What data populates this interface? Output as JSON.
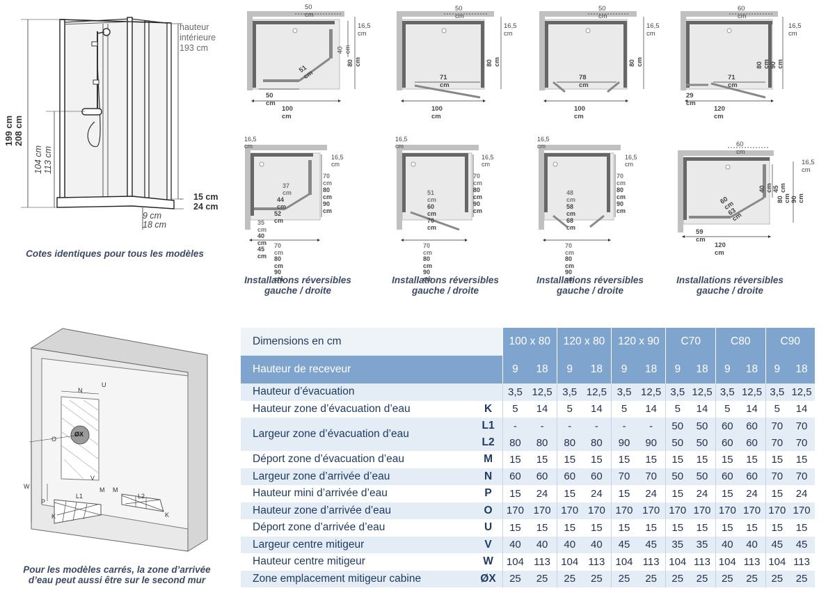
{
  "colors": {
    "header": "#7fa5cf",
    "row_alt": "#e4ecf5",
    "text": "#1f3b63",
    "wall": "#b8b8b8",
    "glass": "#e8e8e8"
  },
  "cabin": {
    "hauteur_interieure": [
      "hauteur",
      "intérieure",
      "193 cm"
    ],
    "h199": "199 cm",
    "h208": "208 cm",
    "h104": "104 cm",
    "h113": "113 cm",
    "h15": "15 cm",
    "h24": "24 cm",
    "h9": "9 cm",
    "h18": "18 cm",
    "caption": "Cotes identiques pour tous les modèles"
  },
  "plans": {
    "p1": {
      "top": "50 cm",
      "side": "16,5 cm",
      "depth": "80 cm",
      "door": "40 cm",
      "diag": "51 cm",
      "bottom_inner": "50 cm",
      "width": "100 cm"
    },
    "p2": {
      "top": "50 cm",
      "side": "16,5 cm",
      "depth": "80 cm",
      "door": "71 cm",
      "width": "100 cm"
    },
    "p3": {
      "top": "50 cm",
      "side": "16,5 cm",
      "depth": "80 cm",
      "door": "78 cm",
      "width": "100 cm"
    },
    "p4": {
      "top": "60 cm",
      "side": "16,5 cm",
      "depth1": "80 cm",
      "depth2": "90 cm",
      "door": "71 cm",
      "left": "29 cm",
      "width": "120 cm"
    },
    "c1": {
      "top": "16,5 cm",
      "side": "16,5 cm",
      "d1": "70 cm",
      "d2": "80 cm",
      "d3": "90 cm",
      "g1": "37 cm",
      "g2": "44 cm",
      "g3": "52 cm",
      "b1": "35 cm",
      "b2": "40 cm",
      "b3": "45 cm",
      "w1": "70 cm",
      "w2": "80 cm",
      "w3": "90 cm"
    },
    "c2": {
      "top": "16,5 cm",
      "side": "16,5 cm",
      "d1": "70 cm",
      "d2": "80 cm",
      "d3": "90 cm",
      "g1": "51 cm",
      "g2": "60 cm",
      "g3": "70 cm",
      "w1": "70 cm",
      "w2": "80 cm",
      "w3": "90 cm"
    },
    "c3": {
      "top": "16,5 cm",
      "side": "16,5 cm",
      "d1": "70 cm",
      "d2": "80 cm",
      "d3": "90 cm",
      "g1": "48 cm",
      "g2": "58 cm",
      "g3": "68 cm",
      "w1": "70 cm",
      "w2": "80 cm",
      "w3": "90 cm"
    },
    "c4": {
      "top": "60 cm",
      "side": "16,5 cm",
      "door1": "40 cm",
      "door2": "45 cm",
      "depth1": "80 cm",
      "depth2": "90 cm",
      "diag1": "60 cm",
      "diag2": "63 cm",
      "left": "59 cm",
      "width": "120 cm"
    },
    "caption_line1": "Installations réversibles",
    "caption_line2": "gauche / droite"
  },
  "install": {
    "labels": {
      "N": "N",
      "U": "U",
      "O": "O",
      "X": "ØX",
      "V": "V",
      "W": "W",
      "P": "P",
      "L1": "L1",
      "L2": "L2",
      "M": "M",
      "K": "K"
    },
    "caption_line1": "Pour les modèles carrés, la zone d’arrivée",
    "caption_line2": "d’eau peut aussi être sur le second mur"
  },
  "table": {
    "title": "Dimensions en cm",
    "models": [
      "100 x 80",
      "120 x 80",
      "120 x 90",
      "C70",
      "C80",
      "C90"
    ],
    "receveur_label": "Hauteur de receveur",
    "receveur": [
      "9",
      "18",
      "9",
      "18",
      "9",
      "18",
      "9",
      "18",
      "9",
      "18",
      "9",
      "18"
    ],
    "rows": [
      {
        "label": "Hauteur d’évacuation",
        "code": "",
        "values": [
          "3,5",
          "12,5",
          "3,5",
          "12,5",
          "3,5",
          "12,5",
          "3,5",
          "12,5",
          "3,5",
          "12,5",
          "3,5",
          "12,5"
        ]
      },
      {
        "label": "Hauteur zone d’évacuation d’eau",
        "code": "K",
        "values": [
          "5",
          "14",
          "5",
          "14",
          "5",
          "14",
          "5",
          "14",
          "5",
          "14",
          "5",
          "14"
        ]
      },
      {
        "label": "Largeur zone d’évacuation d’eau",
        "code": "L1",
        "values": [
          "-",
          "-",
          "-",
          "-",
          "-",
          "-",
          "50",
          "50",
          "60",
          "60",
          "70",
          "70"
        ]
      },
      {
        "label": "",
        "code": "L2",
        "values": [
          "80",
          "80",
          "80",
          "80",
          "90",
          "90",
          "50",
          "50",
          "60",
          "60",
          "70",
          "70"
        ]
      },
      {
        "label": "Déport zone d’évacuation d’eau",
        "code": "M",
        "values": [
          "15",
          "15",
          "15",
          "15",
          "15",
          "15",
          "15",
          "15",
          "15",
          "15",
          "15",
          "15"
        ]
      },
      {
        "label": "Largeur zone d’arrivée d’eau",
        "code": "N",
        "values": [
          "60",
          "60",
          "60",
          "60",
          "70",
          "70",
          "50",
          "50",
          "60",
          "60",
          "70",
          "70"
        ]
      },
      {
        "label": "Hauteur mini d’arrivée d’eau",
        "code": "P",
        "values": [
          "15",
          "24",
          "15",
          "24",
          "15",
          "24",
          "15",
          "24",
          "15",
          "24",
          "15",
          "24"
        ]
      },
      {
        "label": "Hauteur zone d’arrivée d’eau",
        "code": "O",
        "values": [
          "170",
          "170",
          "170",
          "170",
          "170",
          "170",
          "170",
          "170",
          "170",
          "170",
          "170",
          "170"
        ]
      },
      {
        "label": "Déport zone d’arrivée d’eau",
        "code": "U",
        "values": [
          "15",
          "15",
          "15",
          "15",
          "15",
          "15",
          "15",
          "15",
          "15",
          "15",
          "15",
          "15"
        ]
      },
      {
        "label": "Largeur centre mitigeur",
        "code": "V",
        "values": [
          "40",
          "40",
          "40",
          "40",
          "45",
          "45",
          "35",
          "35",
          "40",
          "40",
          "45",
          "45"
        ]
      },
      {
        "label": "Hauteur centre mitigeur",
        "code": "W",
        "values": [
          "104",
          "113",
          "104",
          "113",
          "104",
          "113",
          "104",
          "113",
          "104",
          "113",
          "104",
          "113"
        ]
      },
      {
        "label": "Zone emplacement mitigeur cabine",
        "code": "ØX",
        "values": [
          "25",
          "25",
          "25",
          "25",
          "25",
          "25",
          "25",
          "25",
          "25",
          "25",
          "25",
          "25"
        ]
      }
    ]
  }
}
